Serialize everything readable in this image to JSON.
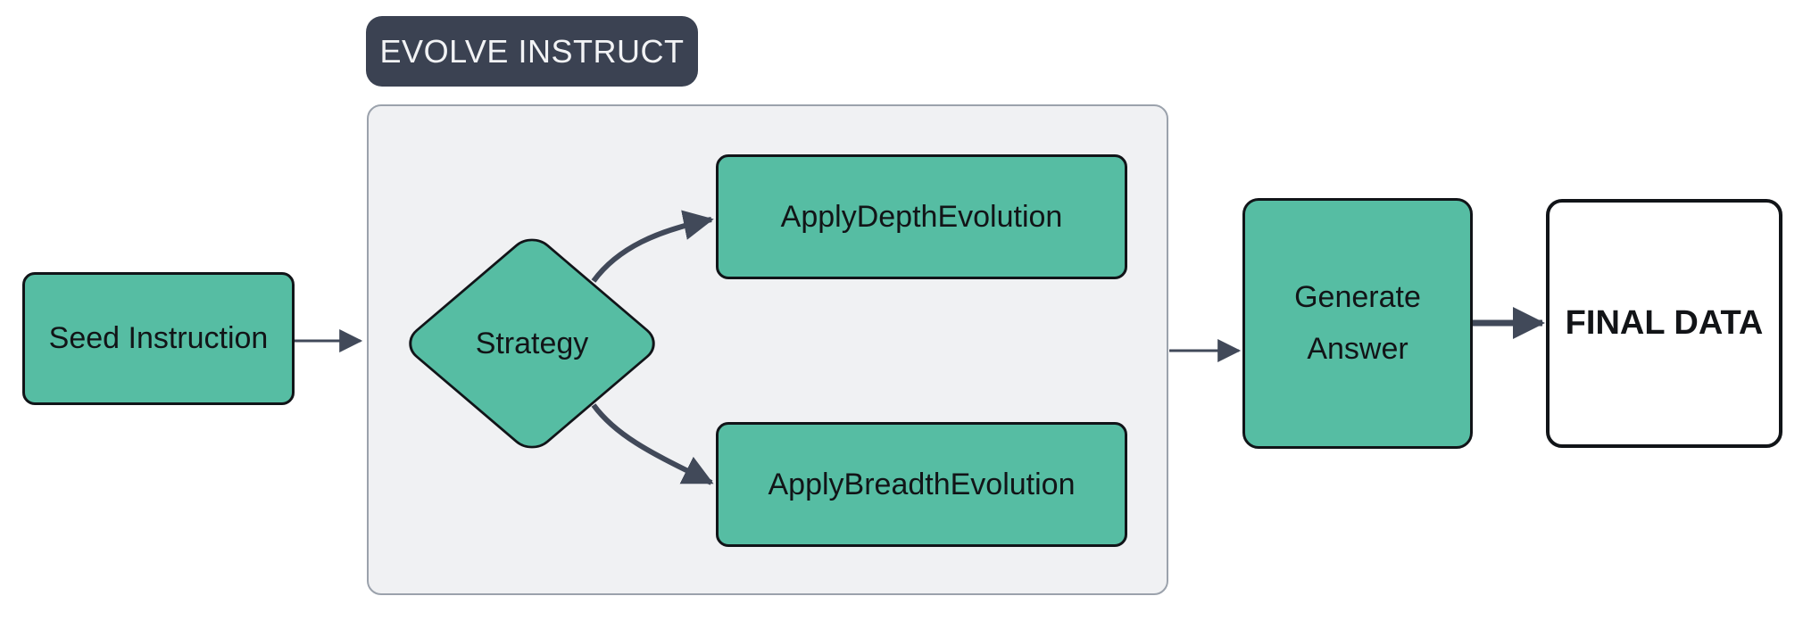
{
  "diagram": {
    "type": "flowchart",
    "badge_label": "EVOLVE INSTRUCT",
    "nodes": {
      "seed": {
        "label": "Seed Instruction",
        "shape": "rounded-rect"
      },
      "strategy": {
        "label": "Strategy",
        "shape": "diamond"
      },
      "depth": {
        "label": "ApplyDepthEvolution",
        "shape": "rounded-rect"
      },
      "breadth": {
        "label": "ApplyBreadthEvolution",
        "shape": "rounded-rect"
      },
      "generate": {
        "label": "Generate Answer",
        "shape": "rounded-rect"
      },
      "final": {
        "label": "FINAL DATA",
        "shape": "rounded-rect-outline"
      }
    },
    "edges": [
      {
        "from": "seed",
        "to": "strategy"
      },
      {
        "from": "strategy",
        "to": "depth"
      },
      {
        "from": "strategy",
        "to": "breadth"
      },
      {
        "from": "evolve-instruct-group",
        "to": "generate"
      },
      {
        "from": "generate",
        "to": "final"
      }
    ],
    "colors": {
      "node_fill": "#56bda3",
      "node_border": "#111418",
      "badge_bg": "#3b4252",
      "badge_text": "#f2f3f5",
      "container_bg": "#f0f1f3",
      "container_border": "#9ba2ac",
      "arrow": "#414959",
      "text": "#121417"
    }
  }
}
